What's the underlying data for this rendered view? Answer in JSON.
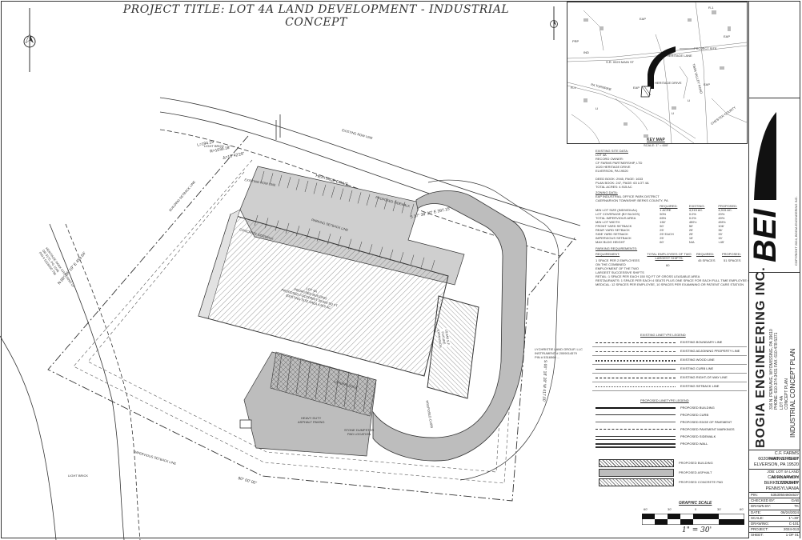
{
  "project_title": "PROJECT TITLE: LOT 4A LAND DEVELOPMENT - INDUSTRIAL CONCEPT",
  "key_map": {
    "title": "KEY MAP",
    "scale": "SCALE: 1\" = 600'",
    "labels": [
      "S.R. 0023 MAIN ST",
      "HERITAGE LANE",
      "HERITAGE DRIVE",
      "PROJECT SITE",
      "TWIN VALLEY ROAD",
      "CHESTER COUNTY",
      "PA TURNPIKE",
      "EAP",
      "EAP",
      "EAP",
      "EAP",
      "LI",
      "LI",
      "LI",
      "R-1",
      "R-1",
      "PRP",
      "IND"
    ]
  },
  "site_data": {
    "existing_title": "EXISTING SITE DATA:",
    "existing": [
      "LOT 4A",
      "RECORD OWNER:",
      "CF FARMS PARTNERSHIP, LTD",
      "1020 HERITAGE DRIVE",
      "ELVERSON, PA 19520",
      "",
      "DEED BOOK: 2945, PAGE: 1633",
      "PLAN BOOK: 247, PAGE: 63 LOT 4A",
      "TOTAL ACRES: 4.915 AC"
    ],
    "zoning_title": "ZONING DATA:",
    "zoning": [
      "EAP INDUSTRIAL OFFICE PARK DISTRICT",
      "CAERNARVON TOWNSHIP, BERKS COUNTY, PA"
    ],
    "table_headers": [
      "",
      "REQUIRED:",
      "EXISTING:",
      "PROPOSED:"
    ],
    "table_rows": [
      [
        "MIN LOT SIZE (INDIVIDUAL)",
        "1 ACRE",
        "4,915 AC.",
        "4,915 AC."
      ],
      [
        "LOT COVERAGE (BY BLDGS)",
        "50%",
        "0.0%",
        "20%"
      ],
      [
        "TOTAL IMPERVIOUS AREA",
        "65%",
        "0.0%",
        "49%"
      ],
      [
        "MIN LOT WIDTH",
        "150'",
        "459'±",
        "459'±"
      ],
      [
        "FRONT YARD SETBACK",
        "50'",
        "50'",
        "106'"
      ],
      [
        "REAR YARD SETBACK",
        "25'",
        "25'",
        "36'"
      ],
      [
        "SIDE YARD SETBACK",
        "25' EACH",
        "25'",
        "33'"
      ],
      [
        "IMPERVIOUS SETBACK",
        "25'",
        "15'",
        "15'"
      ],
      [
        "MAX BLDG HEIGHT",
        "60'",
        "N/A",
        "<45'"
      ]
    ],
    "parking_title": "PARKING REQUIREMENTS:",
    "parking_headers": [
      "REQUIREMENT:",
      "TOTAL EMPLOYEES OF TWO LARGEST SHIFTS:",
      "REQUIRED:",
      "PROPOSED:"
    ],
    "parking_row": [
      "1 SPACE PER 2 EMPLOYEES ON THE COMBINED EMPLOYMENT OF THE TWO LARGEST SUCCESSIVE SHIFTS",
      "60",
      "45 SPACES",
      "51 SPACES"
    ],
    "retail_note": [
      "RETAIL: 1 SPACE PER EACH 150 SQ FT OF GROSS LEASABLE AREA",
      "RESTAURANTS: 1 SPACE PER EACH 4 SEATS PLUS ONE SPACE FOR EACH FULL TIME EMPLOYEE ON LARGEST SHIFT",
      "MEDICAL: 12 SPACES PER EMPLOYEE, 10 SPACES PER EXAMINING OR PATIENT CARE STATION"
    ]
  },
  "plan_labels": {
    "heritage_drive": "HERITAGE DRIVE",
    "building": [
      "LOT 4A",
      "PROPOSED BUILDING",
      "PROPOSED FOOTPRINT 30,000 SQ FT",
      "EXISTING SITE AREA 4,915 AC"
    ],
    "expansion": [
      "10,640 S.F.",
      "FUTURE",
      "EXPANSION"
    ],
    "parking_lot": [
      "HEAVY DUTY",
      "ASPHALT PAVING"
    ],
    "dumpster": [
      "STONE DUMPSTER",
      "PAD LOCATION"
    ],
    "adjacent_left": [
      "HERITAGE PARK CROSSING LP",
      "DB 3175, PG 1546",
      "PIN # 5316560 796"
    ],
    "adjacent_right": [
      "LYCHRISTIE LAND GROUP, LLC",
      "INSTRUMENT # 2009014579",
      "PIN # 5316560 ..."
    ],
    "misc": [
      "LIGHT BRICK",
      "LIGHT BRICK",
      "EXISTING ROW LINE",
      "EXISTING ROW LINE",
      "PROPOSED SIDEWALK",
      "CONCRETE SIDEWALK",
      "LOADING DOCK",
      "BUILDING SETBACK LINE",
      "IMPERVIOUS SETBACK LINE",
      "PARKING SETBACK LINE",
      "PROPOSED CURB",
      "N 89° 36' 19\" E 459.64'",
      "S 00° 18' 28\" W 417.00'",
      "S 17° 38' 30\" E 397.15'",
      "L=194.19'",
      "R=1039.18'",
      "Δ=10°42'29\"",
      "90° 00' 00\""
    ]
  },
  "existing_linetype_legend": {
    "title": "EXISTING LINETYPE LEGEND",
    "items": [
      "EXISTING BOUNDARY LINE",
      "EXISTING ADJOINING PROPERTY LINE",
      "EXISTING WOOD LINE",
      "EXISTING CURB LINE",
      "EXISTING RIGHT-OF-WAY LINE",
      "EXISTING SETBACK LINE"
    ]
  },
  "proposed_linetype_legend": {
    "title": "PROPOSED LINETYPE LEGEND",
    "items": [
      "PROPOSED BUILDING",
      "PROPOSED CURB",
      "PROPOSED EDGE OF PAVEMENT",
      "PROPOSED PAVEMENT MARKINGS",
      "PROPOSED SIDEWALK",
      "PROPOSED WALL"
    ]
  },
  "hatch_legend": [
    "PROPOSED BUILDING",
    "PROPOSED ASPHALT",
    "PROPOSED CONCRETE PAD"
  ],
  "scale_bar": {
    "title": "GRAPHIC SCALE",
    "ticks": [
      "60'",
      "30'",
      "0",
      "30'",
      "60'"
    ],
    "ratio": "1\" = 30'"
  },
  "logo": {
    "text": "BEI",
    "copyright": "COPYRIGHT 2024, BOGIA ENGINEERING INC."
  },
  "firm": {
    "name": "BOGIA ENGINEERING INC.",
    "address": "316 N. PENN AVE, WYOMISSING, PA 19610",
    "phone": "PHONE: 610-374-3431 FAX: 610-478-5371"
  },
  "plan_title": [
    "LOT 4A",
    "CONCEPT PLAN",
    "INDUSTRIAL CONCEPT PLAN"
  ],
  "client": [
    "C.F. FARMS PARTNERSHIP",
    "6020 MAIN STREET",
    "ELVERSON, PA 19520"
  ],
  "job": [
    "JOB: LOT 4A LAND DEVELOPMENT",
    "CAERNARVON TOWNSHIP",
    "BERKS COUNTY",
    "PENNSYLVANIA"
  ],
  "title_block": [
    [
      "PIN:",
      "53530504604537"
    ],
    [
      "CHECKED BY:",
      "GAB"
    ],
    [
      "DRAWN BY:",
      "TK"
    ],
    [
      "DATE:",
      "06/24/2024"
    ],
    [
      "SCALE:",
      "1\"=30'"
    ],
    [
      "DRAWING:",
      "C-101"
    ],
    [
      "PROJECT:",
      "2024-013"
    ],
    [
      "SHEET:",
      "1 OF 01"
    ]
  ],
  "colors": {
    "line": "#333333",
    "paving": "#bdbdbd",
    "paving_dark": "#9e9e9e",
    "hatch": "#555555"
  }
}
